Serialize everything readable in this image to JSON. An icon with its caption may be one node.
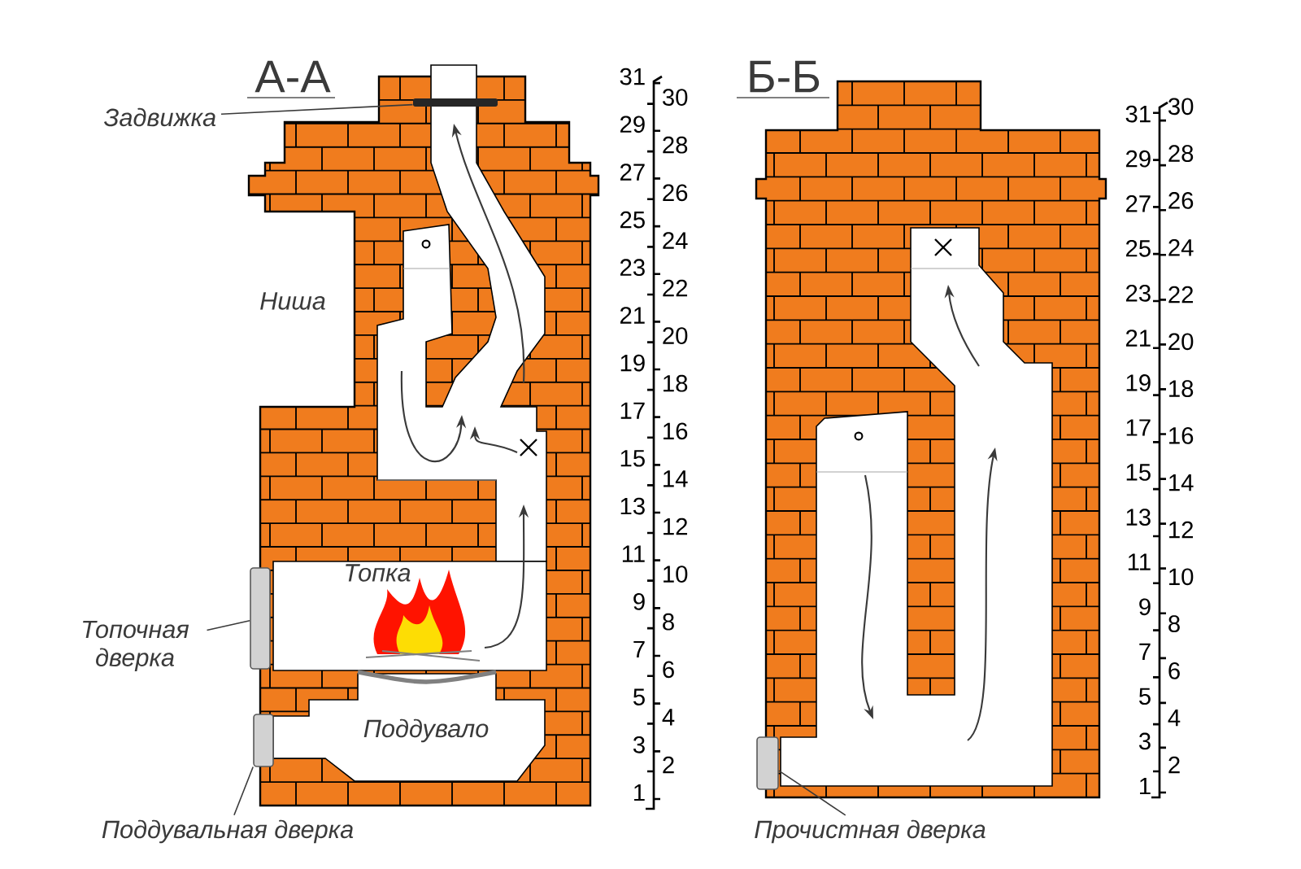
{
  "diagram": {
    "nodes": [
      {
        "text": [
          "Задвижка"
        ]
      },
      {
        "text": [],
        "shape": "bar"
      },
      {
        "text": [
          "Топочная дверка"
        ]
      },
      {
        "text": [],
        "shape": "box"
      },
      {
        "text": [
          "Поддувальная дверка"
        ]
      },
      {
        "text": [],
        "shape": "box"
      },
      {
        "text": [
          "Прочистная дверка"
        ]
      },
      {
        "text": [],
        "shape": "box"
      }
    ],
    "edges": [
      {
        "from": 0,
        "to": 1,
        "arrow": "none"
      },
      {
        "from": 2,
        "to": 3,
        "arrow": "none"
      },
      {
        "from": 4,
        "to": 5,
        "arrow": "none"
      },
      {
        "from": 6,
        "to": 7,
        "arrow": "none"
      }
    ],
    "labels": [
      "А-А",
      "Ниша",
      "Топка",
      "Поддувало",
      "31",
      "30",
      "29",
      "28",
      "27",
      "26",
      "25",
      "24",
      "23",
      "22",
      "21",
      "20",
      "19",
      "18",
      "17",
      "16",
      "15",
      "14",
      "13",
      "12",
      "11",
      "10",
      "9",
      "8",
      "7",
      "6",
      "5",
      "4",
      "3",
      "2",
      "1",
      "Б-Б",
      "31",
      "30",
      "29",
      "28",
      "27",
      "26",
      "25",
      "24",
      "23",
      "22",
      "21",
      "20",
      "19",
      "18",
      "17",
      "16",
      "15",
      "14",
      "13",
      "12",
      "11",
      "10",
      "9",
      "8",
      "7",
      "6",
      "5",
      "4",
      "3",
      "2",
      "1"
    ]
  }
}
